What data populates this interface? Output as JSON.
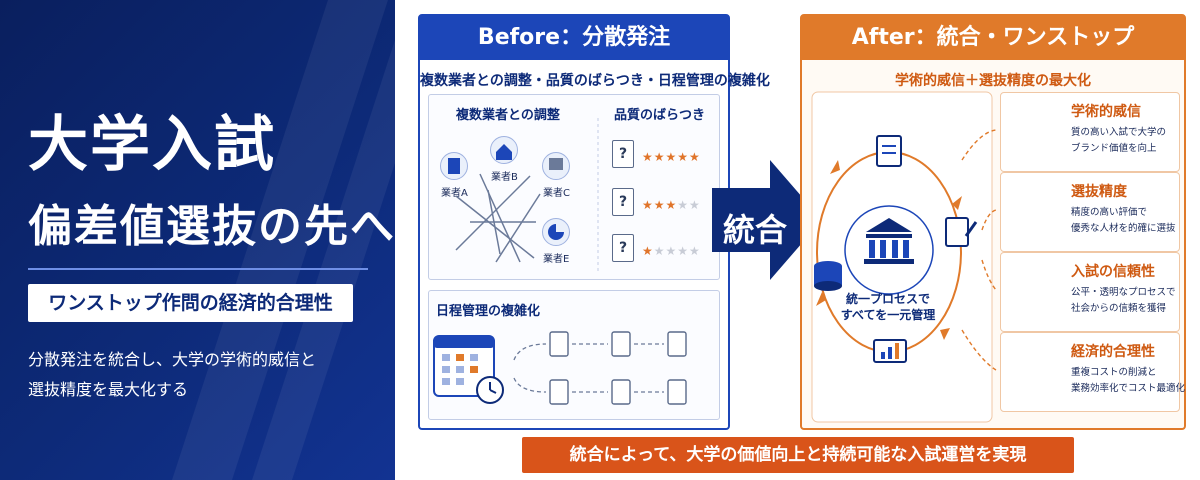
{
  "hero": {
    "title_line1": "大学入試",
    "title_line2": "偏差値選抜の先へ",
    "badge": "ワンストップ作問の経済的合理性",
    "desc_line1": "分散発注を統合し、大学の学術的威信と",
    "desc_line2": "選抜精度を最大化する"
  },
  "before": {
    "title": "Before：分散発注",
    "subtitle": "複数業者との調整・品質のばらつき・日程管理の複雑化",
    "coord_title": "複数業者との調整",
    "vendors": [
      {
        "label": "業者A",
        "icon": "building-icon"
      },
      {
        "label": "業者B",
        "icon": "house-icon"
      },
      {
        "label": "業者C",
        "icon": "box-icon"
      },
      {
        "label": "業者E",
        "icon": "pie-chart-icon"
      }
    ],
    "quality_title": "品質のばらつき",
    "quality_ratings": [
      5,
      3,
      1
    ],
    "schedule_title": "日程管理の複雑化"
  },
  "arrow_label": "統合",
  "after": {
    "title": "After：統合・ワンストップ",
    "subtitle": "学術的威信＋選抜精度の最大化",
    "center_line1": "統一プロセスで",
    "center_line2": "すべてを一元管理",
    "cards": [
      {
        "title": "学術的威信",
        "line1": "質の高い入試で大学の",
        "line2": "ブランド価値を向上",
        "icon": "university-laurel-icon"
      },
      {
        "title": "選抜精度",
        "line1": "精度の高い評価で",
        "line2": "優秀な人材を的確に選抜",
        "icon": "scales-icon"
      },
      {
        "title": "入試の信頼性",
        "line1": "公平・透明なプロセスで",
        "line2": "社会からの信頼を獲得",
        "icon": "shield-check-icon"
      },
      {
        "title": "経済的合理性",
        "line1": "重複コストの削減と",
        "line2": "業務効率化でコスト最適化",
        "icon": "target-growth-icon"
      }
    ]
  },
  "banner": "統合によって、大学の価値向上と持続可能な入試運営を実現",
  "colors": {
    "navy": "#0d2a78",
    "blue": "#1c46b8",
    "orange": "#e07a2a",
    "star": "#e0742a"
  }
}
